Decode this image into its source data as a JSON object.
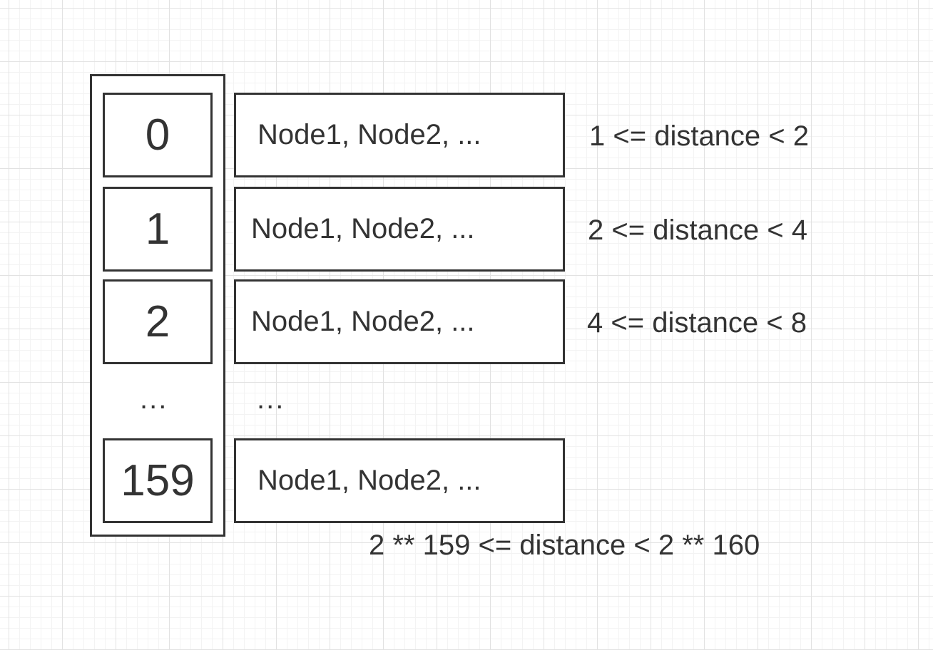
{
  "buckets": [
    {
      "index": "0",
      "nodes": "Node1, Node2, ...",
      "range": "1 <= distance < 2"
    },
    {
      "index": "1",
      "nodes": "Node1, Node2, ...",
      "range": "2 <= distance < 4"
    },
    {
      "index": "2",
      "nodes": "Node1, Node2, ...",
      "range": "4 <= distance < 8"
    },
    {
      "index": "159",
      "nodes": "Node1, Node2, ...",
      "range": "2 ** 159 <= distance < 2 ** 160"
    }
  ],
  "ellipsis": {
    "index_gap": "...",
    "nodes_gap": "..."
  }
}
